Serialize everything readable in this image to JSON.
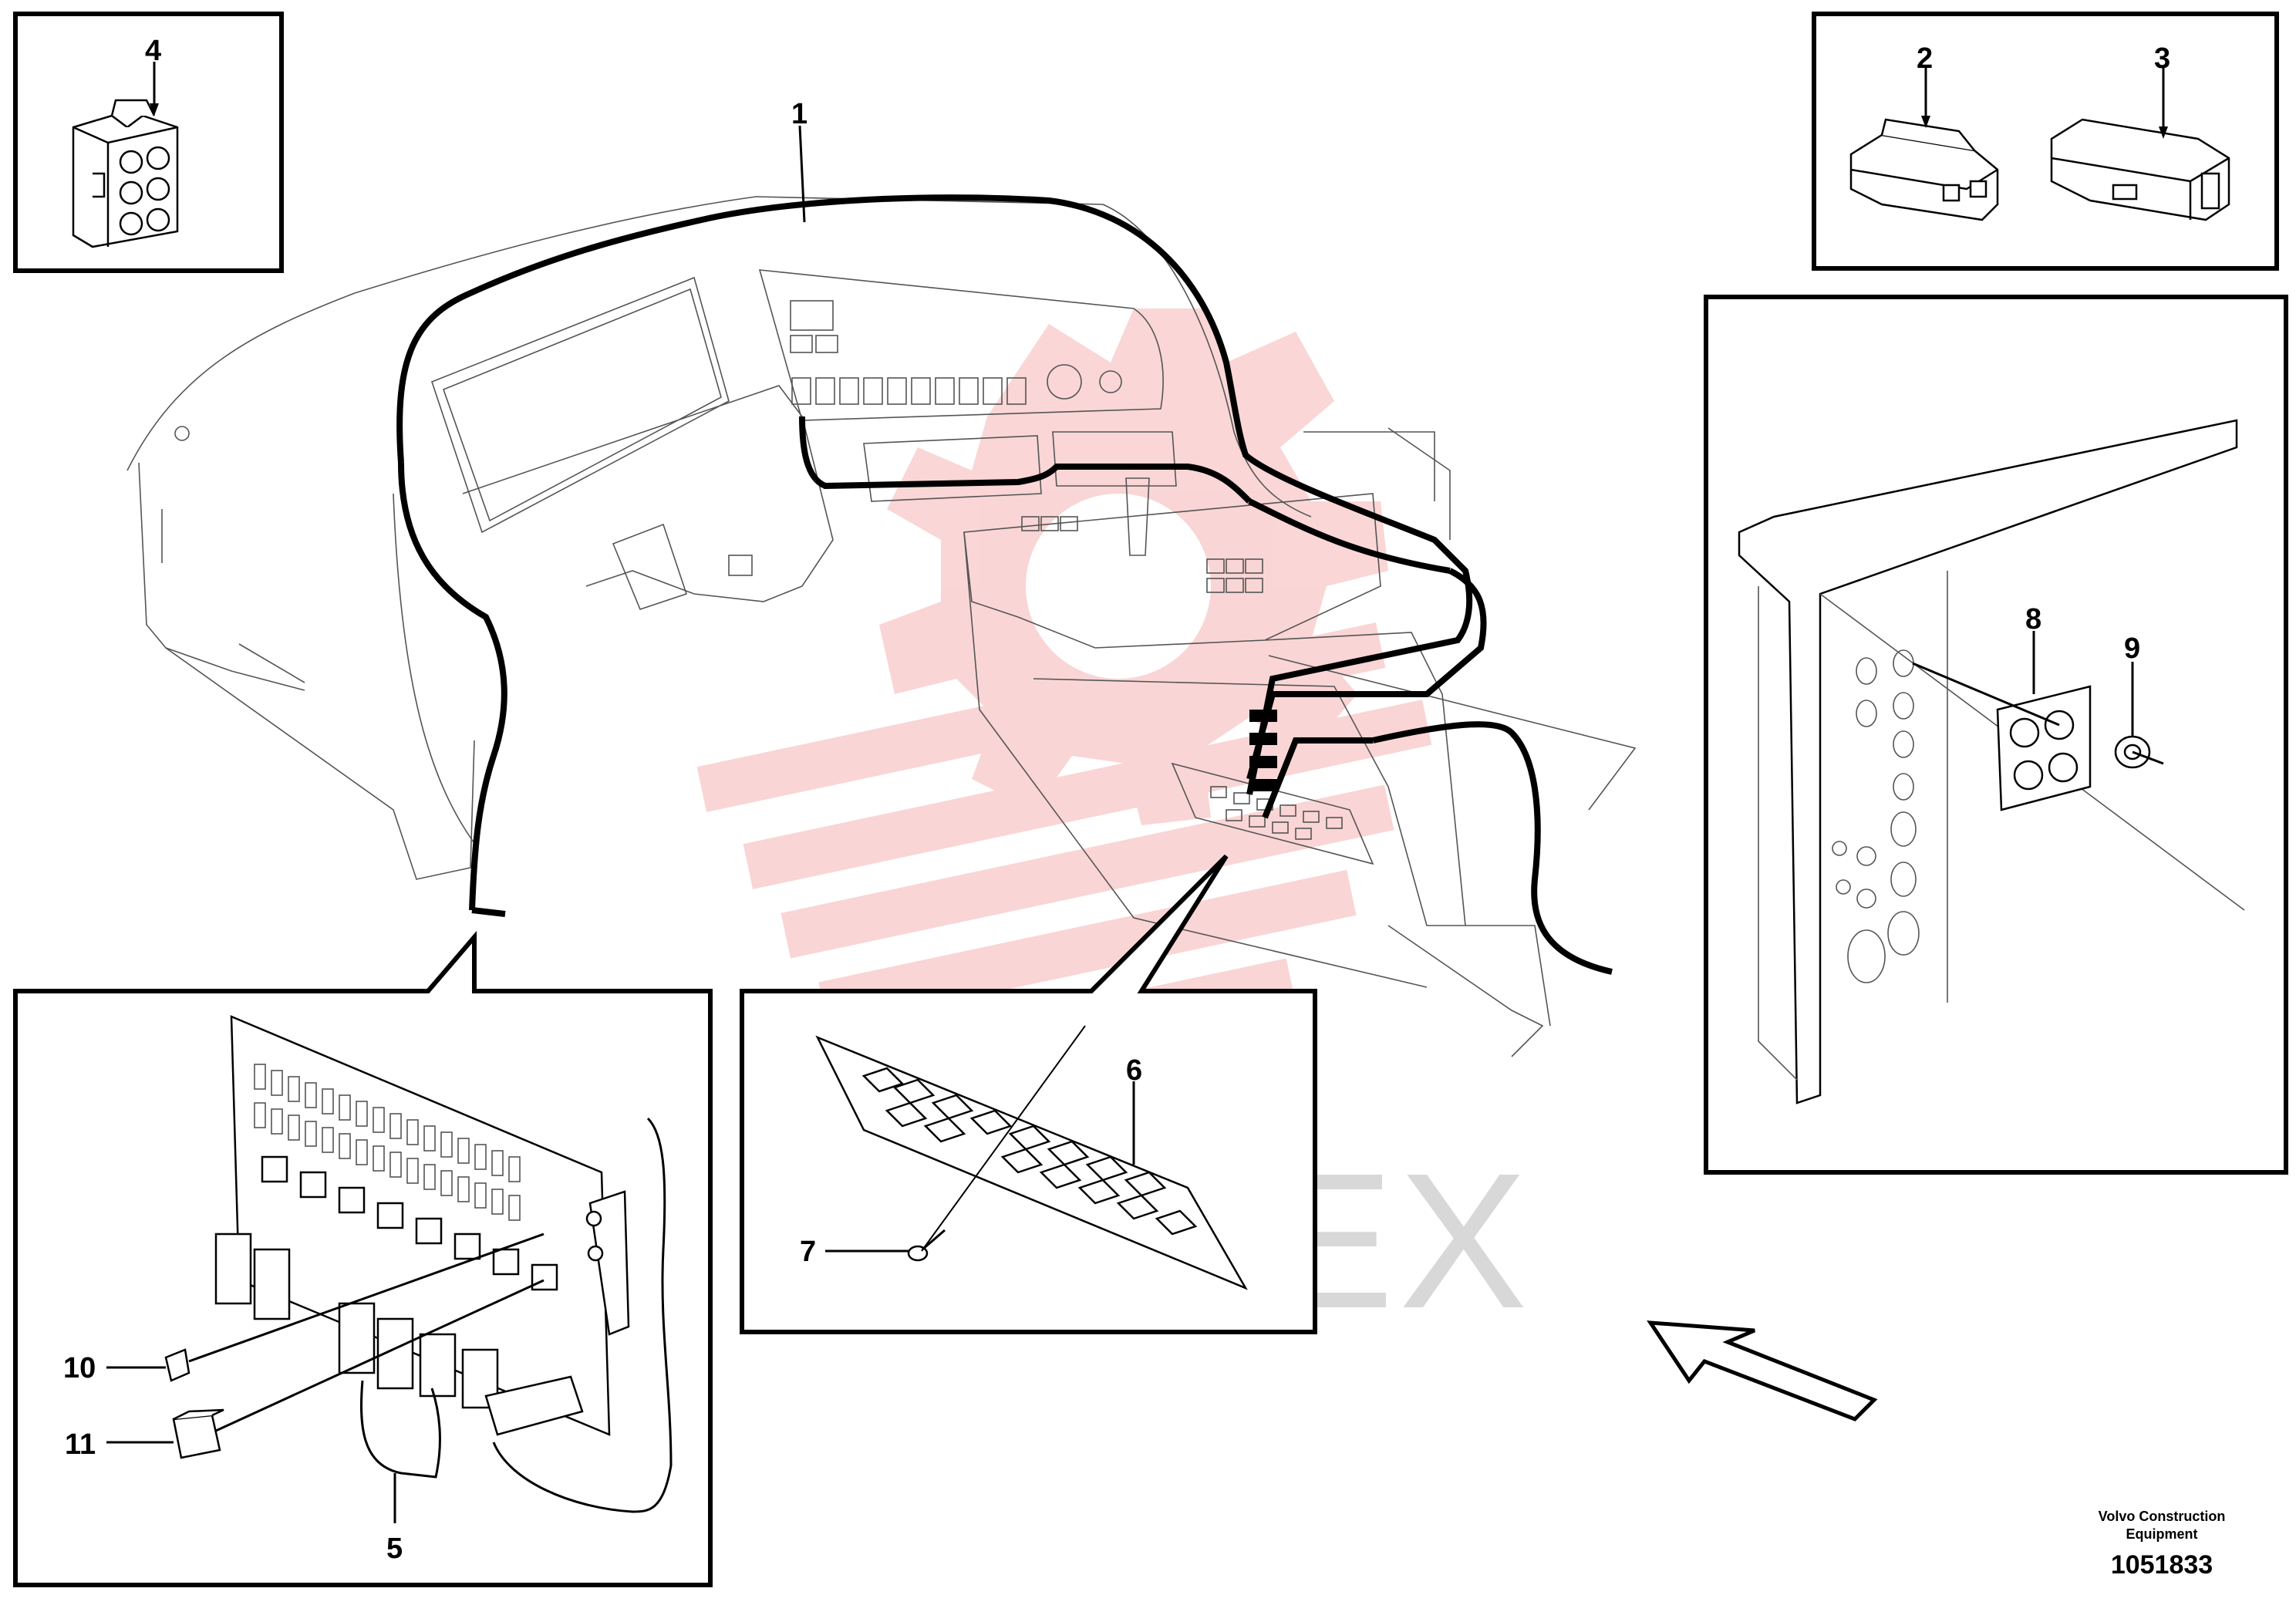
{
  "watermark": {
    "text": "ИНТЕХ",
    "logo_color": "#f6b4b4",
    "text_color": "#d8d8d8"
  },
  "callouts": {
    "c1": "1",
    "c2": "2",
    "c3": "3",
    "c4": "4",
    "c5": "5",
    "c6": "6",
    "c7": "7",
    "c8": "8",
    "c9": "9",
    "c10": "10",
    "c11": "11"
  },
  "footer": {
    "company_line1": "Volvo Construction",
    "company_line2": "Equipment",
    "drawing_number": "1051833"
  }
}
